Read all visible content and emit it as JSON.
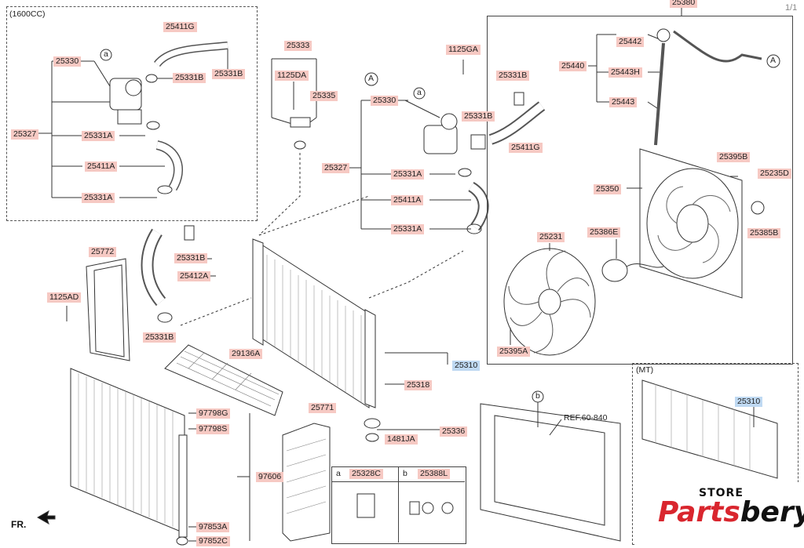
{
  "page": {
    "page_num": "1/1",
    "fr_label": "FR."
  },
  "frames": {
    "top_left_caption": "(1600CC)",
    "mt_caption": "(MT)",
    "ref_label": "REF.60-840"
  },
  "callouts": {
    "a": "a",
    "b": "b",
    "A": "A"
  },
  "legend": {
    "a_label": "a",
    "a_code": "25328C",
    "b_label": "b",
    "b_code": "25388L"
  },
  "parts": {
    "p25411G_tl": "25411G",
    "p25330_tl": "25330",
    "p25331B_tl1": "25331B",
    "p25331B_tl2": "25331B",
    "p25327_tl": "25327",
    "p25331A_tl1": "25331A",
    "p25411A_tl": "25411A",
    "p25331A_tl2": "25331A",
    "p25333": "25333",
    "p1125DA": "1125DA",
    "p25335": "25335",
    "p1125GA": "1125GA",
    "p25331B_c1": "25331B",
    "p25330_c": "25330",
    "p25331B_c2": "25331B",
    "p25411G_c": "25411G",
    "p25327_c": "25327",
    "p25331A_c1": "25331A",
    "p25411A_c": "25411A",
    "p25331A_c2": "25331A",
    "p25380": "25380",
    "p25442": "25442",
    "p25440": "25440",
    "p25443H": "25443H",
    "p25443": "25443",
    "p25395B": "25395B",
    "p25235D": "25235D",
    "p25350": "25350",
    "p25386E": "25386E",
    "p25385B": "25385B",
    "p25231": "25231",
    "p25395A": "25395A",
    "p25772": "25772",
    "p1125AD": "1125AD",
    "p25331B_l1": "25331B",
    "p25412A": "25412A",
    "p25331B_l2": "25331B",
    "p29136A": "29136A",
    "p25310": "25310",
    "p25318": "25318",
    "p25336": "25336",
    "p1481JA": "1481JA",
    "p25771": "25771",
    "p97798G": "97798G",
    "p97798S": "97798S",
    "p97606": "97606",
    "p97853A": "97853A",
    "p97852C": "97852C",
    "p25310_mt": "25310"
  },
  "brand": {
    "top": "STORE",
    "main_red": "Parts",
    "main_black": "bery",
    "red": "#d9262e",
    "black": "#111111"
  },
  "colors": {
    "label_bg": "#f6c9c3",
    "blue_label_bg": "#bfd9f2"
  }
}
